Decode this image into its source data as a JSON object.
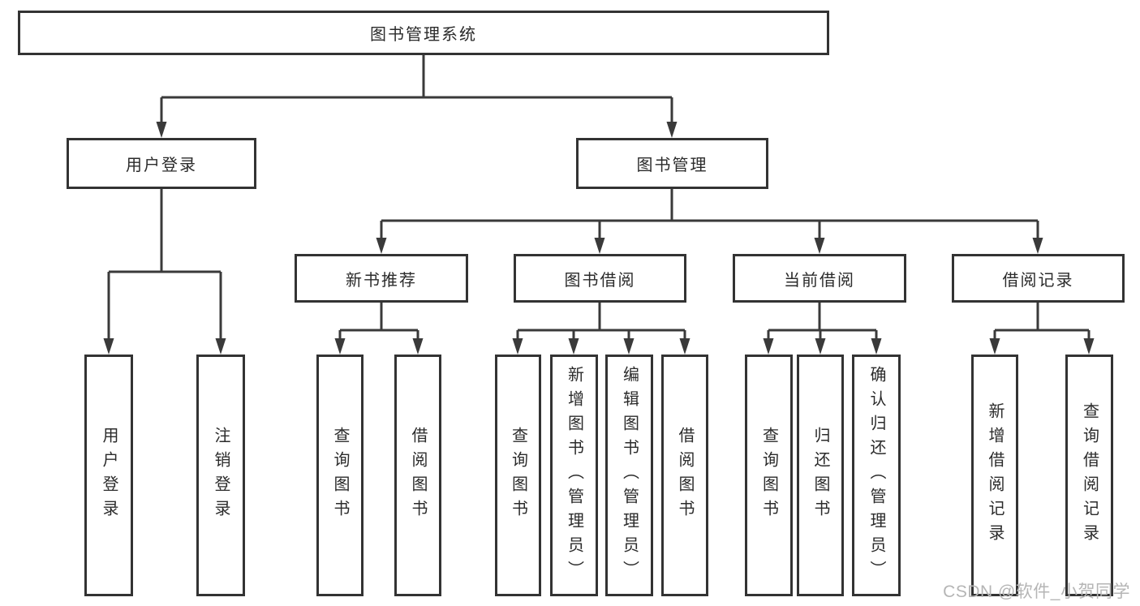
{
  "diagram": {
    "type": "hierarchy-tree",
    "root": {
      "label": "图书管理系统"
    },
    "branches": [
      {
        "label": "用户登录",
        "children": [
          {
            "label": "用户登录"
          },
          {
            "label": "注销登录"
          }
        ]
      },
      {
        "label": "图书管理",
        "children": [
          {
            "label": "新书推荐",
            "children": [
              {
                "label": "查询图书"
              },
              {
                "label": "借阅图书"
              }
            ]
          },
          {
            "label": "图书借阅",
            "children": [
              {
                "label": "查询图书"
              },
              {
                "label": "新增图书（管理员）"
              },
              {
                "label": "编辑图书（管理员）"
              },
              {
                "label": "借阅图书"
              }
            ]
          },
          {
            "label": "当前借阅",
            "children": [
              {
                "label": "查询图书"
              },
              {
                "label": "归还图书"
              },
              {
                "label": "确认归还（管理员）"
              }
            ]
          },
          {
            "label": "借阅记录",
            "children": [
              {
                "label": "新增借阅记录"
              },
              {
                "label": "查询借阅记录"
              }
            ]
          }
        ]
      }
    ]
  },
  "watermark": "CSDN @软件_小贺同学",
  "colors": {
    "line": "#3a3a3a",
    "box_border": "#333333",
    "text": "#2b2b2b",
    "background": "#ffffff",
    "watermark": "#b5b5b5"
  }
}
